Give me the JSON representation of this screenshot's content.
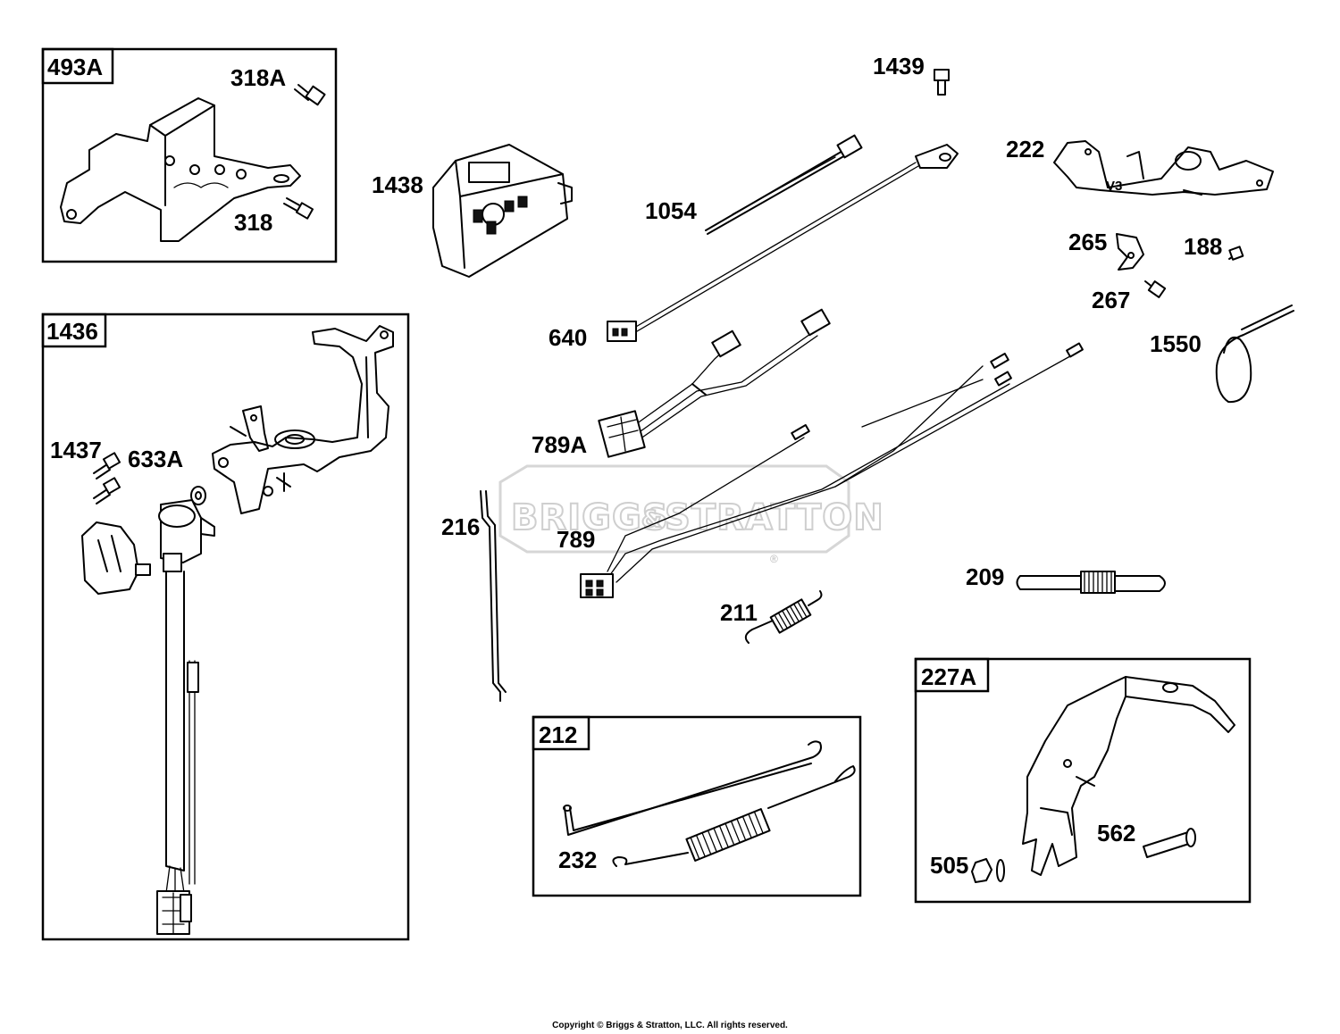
{
  "watermark": {
    "left": "BRIGGS",
    "amp": "&",
    "right": "STRATTON",
    "registered": "®"
  },
  "boxes": {
    "b493A": "493A",
    "b1436": "1436",
    "b212": "212",
    "b227A": "227A"
  },
  "labels": {
    "p318A": "318A",
    "p318": "318",
    "p1438": "1438",
    "p1439": "1439",
    "p1054": "1054",
    "p222": "222",
    "v3": "V3",
    "p265": "265",
    "p188": "188",
    "p267": "267",
    "p640": "640",
    "p1550": "1550",
    "p789A": "789A",
    "p1437": "1437",
    "p633A": "633A",
    "p216": "216",
    "p789": "789",
    "p209": "209",
    "p211": "211",
    "p232": "232",
    "p505": "505",
    "p562": "562"
  },
  "copyright": "Copyright © Briggs & Stratton, LLC. All rights reserved."
}
